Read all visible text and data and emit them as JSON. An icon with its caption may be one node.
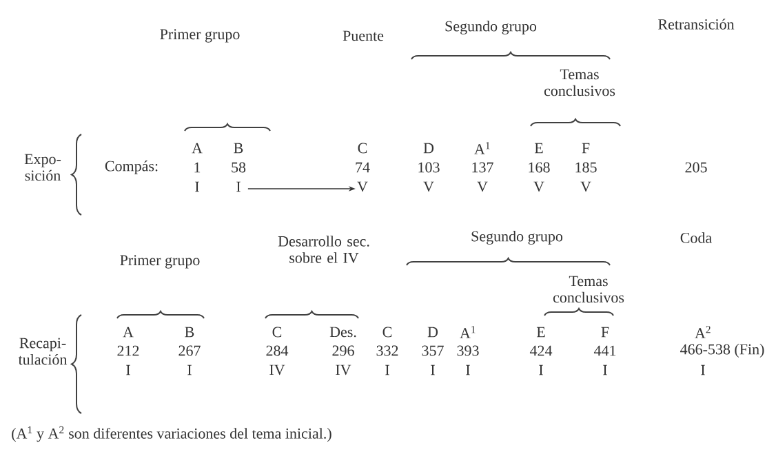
{
  "diagram": {
    "nodes": [
      {
        "text": [
          "I"
        ]
      },
      {
        "text": [
          "V"
        ]
      }
    ],
    "edges": [
      {
        "from": 0,
        "to": 1,
        "arrow": "to"
      }
    ],
    "labels": [
      "Primer grupo",
      "Puente",
      "Segundo grupo",
      "Retransición",
      "Temas conclusivos",
      "A",
      "B",
      "C",
      "D",
      "A$^{1}$",
      "E",
      "F",
      "Expo- sición",
      "Compás:",
      "1",
      "58",
      "74",
      "103",
      "137",
      "168",
      "185",
      "205",
      "I",
      "V",
      "V",
      "V",
      "V",
      "Desarrollo sec. sobre el IV",
      "Segundo grupo",
      "Coda",
      "Primer grupo",
      "Temas conclusivos",
      "A",
      "B",
      "C",
      "Des.",
      "C",
      "D",
      "A$^{1}$",
      "E",
      "F",
      "A$^{2}$",
      "Recapi- tulación",
      "212",
      "267",
      "284",
      "296",
      "332",
      "357",
      "393",
      "424",
      "441",
      "466-538 (Fin)",
      "I",
      "I",
      "IV",
      "IV",
      "I",
      "I",
      "I",
      "I",
      "I",
      "I",
      "(A$^{1}$ y A$^{2}$ son diferentes variaciones del tema inicial.)"
    ]
  }
}
